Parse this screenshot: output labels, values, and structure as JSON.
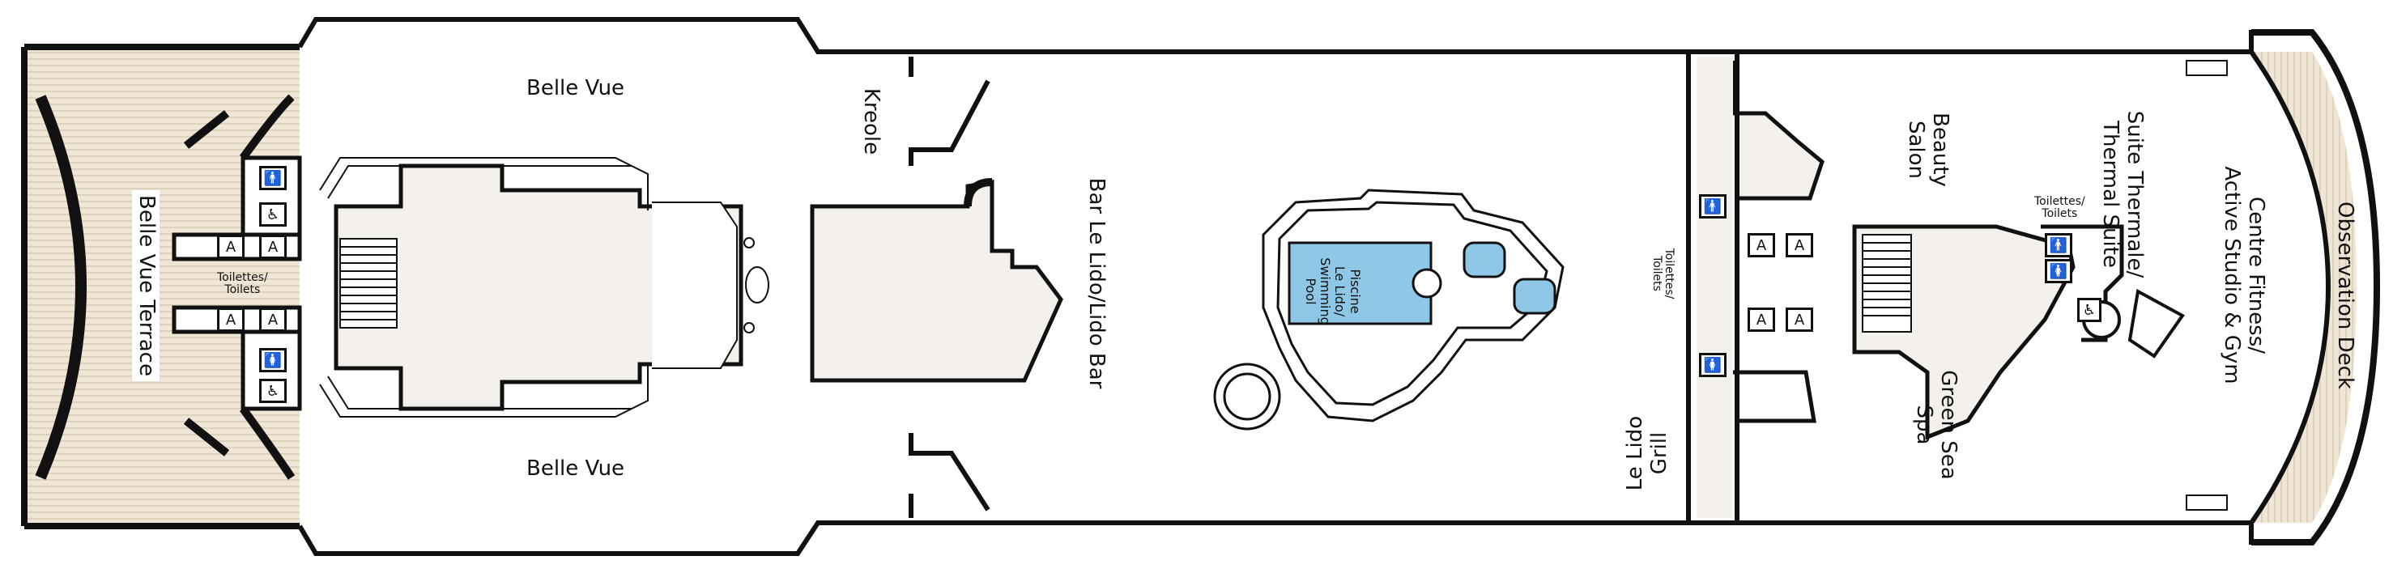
{
  "labels": {
    "belle_vue_top": "Belle Vue",
    "belle_vue_bottom": "Belle Vue",
    "belle_vue_terrace": "Belle Vue Terrace",
    "kreole": "Kreole",
    "bar_le_lido": "Bar Le Lido/Lido Bar",
    "pool": "Piscine\nLe Lido/\nSwimming\nPool",
    "le_lido_grill": "Le Lido\nGrill",
    "toilets_left": "Toilettes/\nToilets",
    "toilets_center": "Toilettes/\nToilets",
    "toilets_right": "Toilettes/\nToilets",
    "beauty_salon": "Beauty\nSalon",
    "green_sea_spa": "Green Sea\nSpa",
    "suite_thermale": "Suite Thermale/\nThermal Suite",
    "centre_fitness": "Centre Fitness/\nActive Studio & Gym",
    "observation_deck": "Observation Deck"
  },
  "markers": {
    "elevator": "A",
    "men_icon": "🚹",
    "women_icon": "🚺",
    "accessible_icon": "♿"
  },
  "colors": {
    "wall": "#111111",
    "deck_wood": "#efe6d6",
    "deck_stripe": "#d9ccb6",
    "interior": "#f4f1ec",
    "pool_water": "#8fc7e6",
    "hull_fill": "#ffffff"
  }
}
